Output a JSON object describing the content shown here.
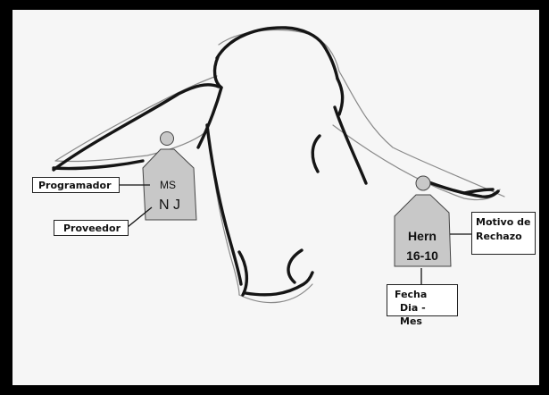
{
  "left_tag": {
    "line1": "MS",
    "line2": "N J"
  },
  "right_tag": {
    "line1": "Hern",
    "line2": "16-10"
  },
  "callouts": {
    "programador": "Programador",
    "proveedor": "Proveedor",
    "motivo_line1": "Motivo de",
    "motivo_line2": "Rechazo",
    "fecha_line1": "Fecha",
    "fecha_line2": "Dia - Mes"
  },
  "colors": {
    "background": "#000000",
    "paper": "#f6f6f6",
    "tag_fill": "#c8c8c8",
    "ink": "#111111"
  }
}
